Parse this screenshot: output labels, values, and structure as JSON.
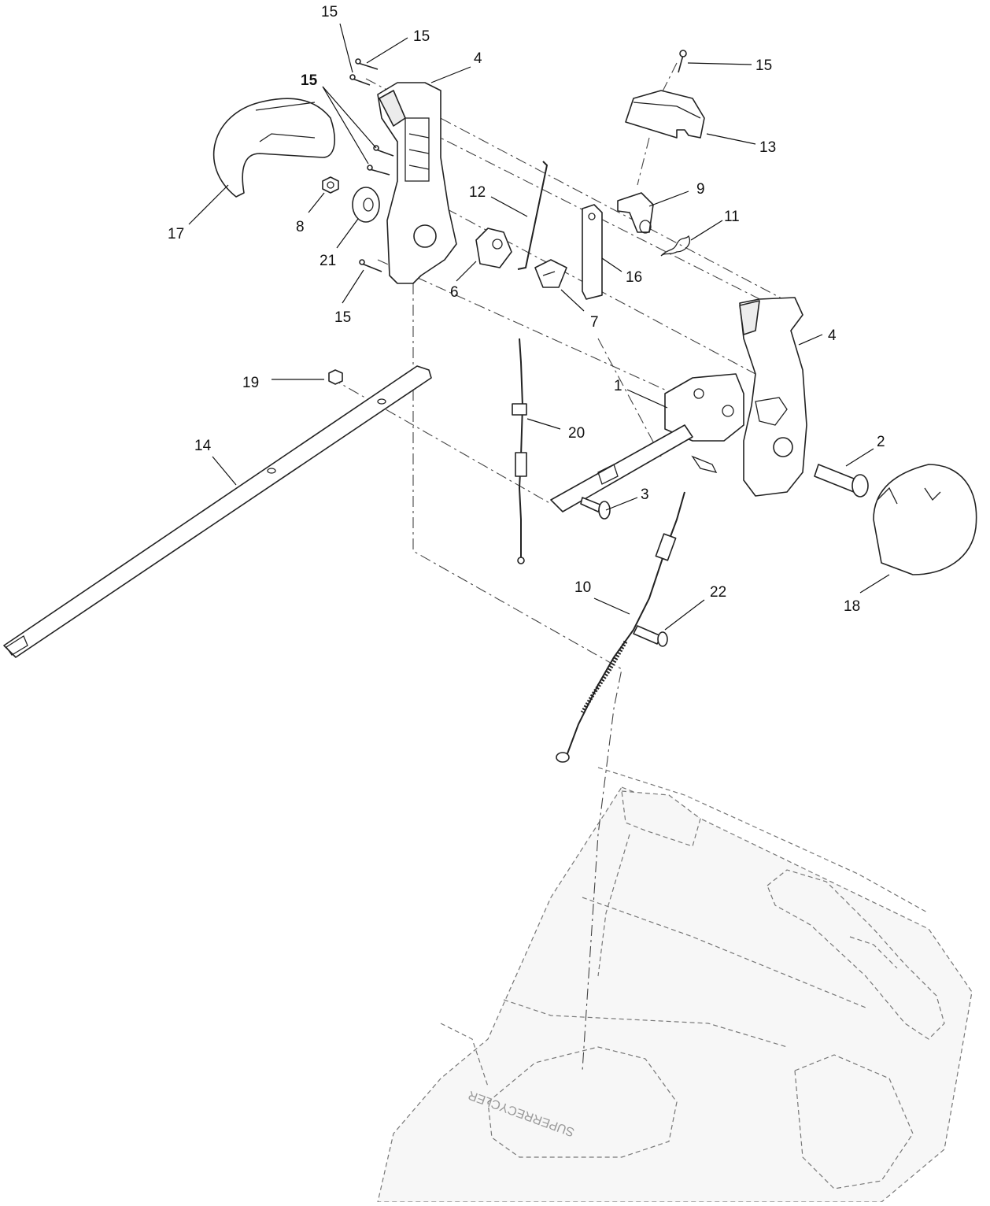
{
  "callouts": [
    {
      "id": "c15a",
      "text": "15"
    },
    {
      "id": "c15b",
      "text": "15"
    },
    {
      "id": "c4a",
      "text": "4"
    },
    {
      "id": "c15c",
      "text": "15"
    },
    {
      "id": "c15d",
      "text": "15"
    },
    {
      "id": "c13",
      "text": "13"
    },
    {
      "id": "c17",
      "text": "17"
    },
    {
      "id": "c8",
      "text": "8"
    },
    {
      "id": "c21",
      "text": "21"
    },
    {
      "id": "c12",
      "text": "12"
    },
    {
      "id": "c9",
      "text": "9"
    },
    {
      "id": "c11",
      "text": "11"
    },
    {
      "id": "c16",
      "text": "16"
    },
    {
      "id": "c6",
      "text": "6"
    },
    {
      "id": "c7",
      "text": "7"
    },
    {
      "id": "c15e",
      "text": "15"
    },
    {
      "id": "c4b",
      "text": "4"
    },
    {
      "id": "c19",
      "text": "19"
    },
    {
      "id": "c1",
      "text": "1"
    },
    {
      "id": "c20",
      "text": "20"
    },
    {
      "id": "c2",
      "text": "2"
    },
    {
      "id": "c14",
      "text": "14"
    },
    {
      "id": "c3",
      "text": "3"
    },
    {
      "id": "c10",
      "text": "10"
    },
    {
      "id": "c22",
      "text": "22"
    },
    {
      "id": "c18",
      "text": "18"
    }
  ],
  "cover_logo_text": "SUPERRECYCLER"
}
